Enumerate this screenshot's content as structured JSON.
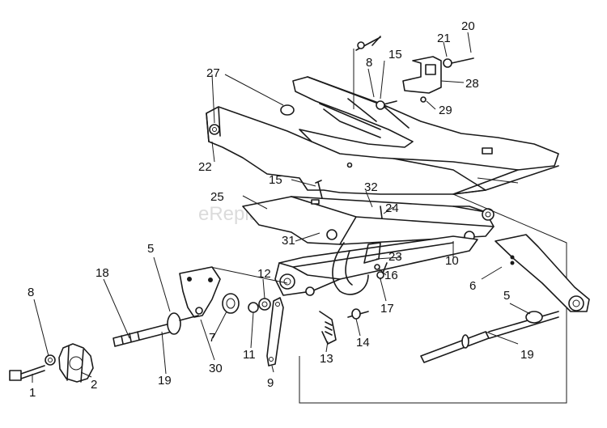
{
  "watermark": "eReplacementParts.com",
  "callouts": [
    {
      "id": "1",
      "text": "1"
    },
    {
      "id": "2",
      "text": "2"
    },
    {
      "id": "5a",
      "text": "5"
    },
    {
      "id": "5b",
      "text": "5"
    },
    {
      "id": "6",
      "text": "6"
    },
    {
      "id": "7",
      "text": "7"
    },
    {
      "id": "8a",
      "text": "8"
    },
    {
      "id": "8b",
      "text": "8"
    },
    {
      "id": "9",
      "text": "9"
    },
    {
      "id": "10",
      "text": "10"
    },
    {
      "id": "11",
      "text": "11"
    },
    {
      "id": "12",
      "text": "12"
    },
    {
      "id": "13",
      "text": "13"
    },
    {
      "id": "14",
      "text": "14"
    },
    {
      "id": "15a",
      "text": "15"
    },
    {
      "id": "15b",
      "text": "15"
    },
    {
      "id": "16",
      "text": "16"
    },
    {
      "id": "17",
      "text": "17"
    },
    {
      "id": "18",
      "text": "18"
    },
    {
      "id": "19a",
      "text": "19"
    },
    {
      "id": "19b",
      "text": "19"
    },
    {
      "id": "20",
      "text": "20"
    },
    {
      "id": "21",
      "text": "21"
    },
    {
      "id": "22",
      "text": "22"
    },
    {
      "id": "23",
      "text": "23"
    },
    {
      "id": "24",
      "text": "24"
    },
    {
      "id": "25",
      "text": "25"
    },
    {
      "id": "27",
      "text": "27"
    },
    {
      "id": "28",
      "text": "28"
    },
    {
      "id": "29",
      "text": "29"
    },
    {
      "id": "30",
      "text": "30"
    },
    {
      "id": "31",
      "text": "31"
    },
    {
      "id": "32",
      "text": "32"
    }
  ]
}
